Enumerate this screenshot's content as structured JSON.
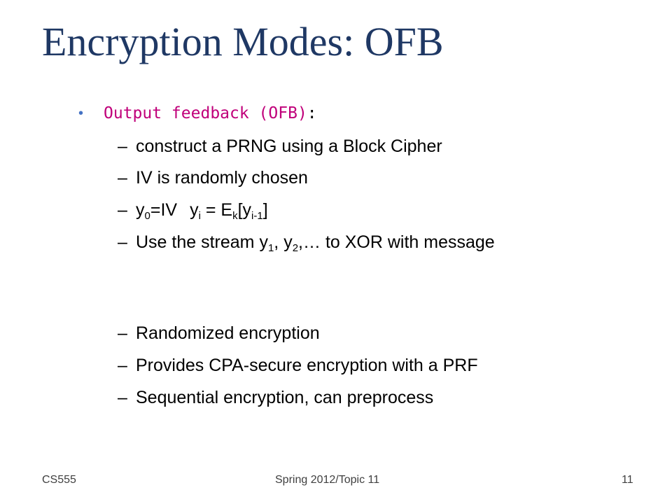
{
  "slide": {
    "title": "Encryption Modes: OFB",
    "bullet": {
      "marker": "•",
      "label": "Output feedback (OFB)",
      "colon": ":"
    },
    "sub_items": [
      {
        "dash": "–",
        "text": "construct a PRNG using a Block Cipher"
      },
      {
        "dash": "–",
        "text": "IV is randomly chosen"
      },
      {
        "dash": "–",
        "formula": {
          "y0_base": "y",
          "y0_sub": "0",
          "y0_rest": "=IV",
          "yi_base": "y",
          "yi_sub": "i",
          "eq": " = E",
          "ek_sub": "k",
          "open": "[y",
          "yim1_sub": "i-1",
          "close": "]"
        }
      },
      {
        "dash": "–",
        "stream": {
          "pre": "Use the stream y",
          "sub1": "1",
          "mid": ", y",
          "sub2": "2",
          "post": ",… to XOR with message"
        }
      },
      {
        "dash": "–",
        "text": "Randomized encryption"
      },
      {
        "dash": "–",
        "text": "Provides CPA-secure encryption with a PRF"
      },
      {
        "dash": "–",
        "text": "Sequential encryption, can preprocess"
      }
    ],
    "footer": {
      "left": "CS555",
      "center": "Spring 2012/Topic 11",
      "right": "11"
    },
    "colors": {
      "title": "#1f3864",
      "bullet_marker": "#4472c4",
      "bullet_label": "#c0007a",
      "body_text": "#000000",
      "footer_text": "#404040"
    }
  }
}
